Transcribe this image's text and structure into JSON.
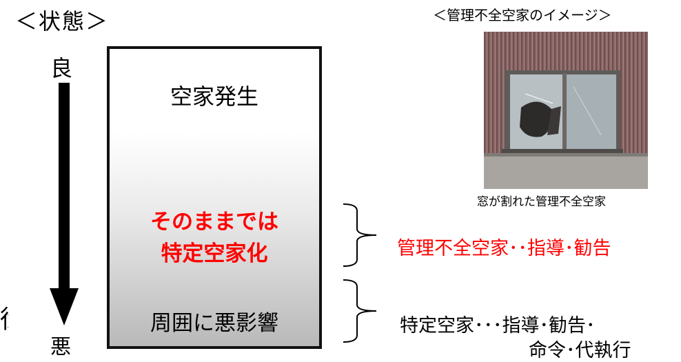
{
  "heading": "＜状態＞",
  "axis": {
    "good": "良",
    "bad": "悪"
  },
  "edge_glyph": "徐",
  "stages": {
    "occurrence": "空家発生",
    "warning_line1": "そのままでは",
    "warning_line2": "特定空家化",
    "harm": "周囲に悪影響"
  },
  "image": {
    "title": "＜管理不全空家のイメージ＞",
    "caption": "窓が割れた管理不全空家"
  },
  "measures": {
    "mismanaged": "管理不全空家･･指導･勧告",
    "specific_line1": "特定空家･･･指導･勧告･",
    "specific_line2": "命令･代執行"
  },
  "colors": {
    "emphasis": "#ff0000",
    "box_border": "#111111"
  }
}
